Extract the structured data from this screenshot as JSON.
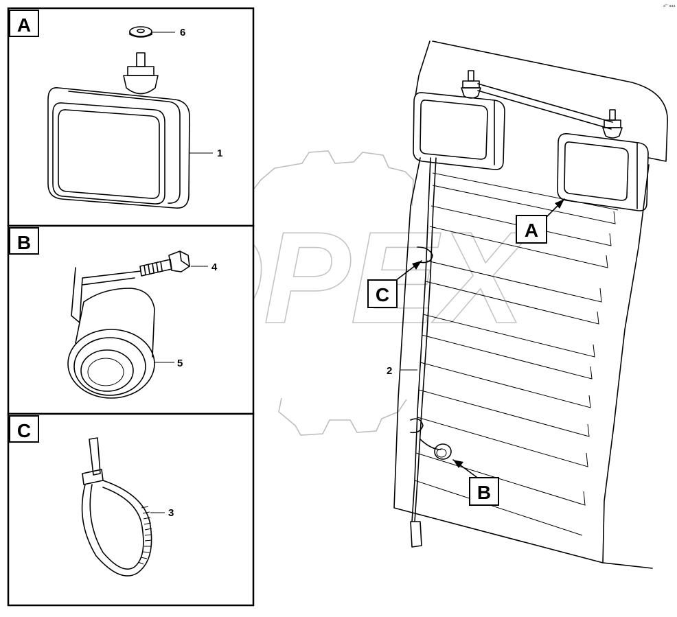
{
  "panels": {
    "A": {
      "label": "A",
      "callouts": [
        {
          "number": "6"
        },
        {
          "number": "1"
        }
      ]
    },
    "B": {
      "label": "B",
      "callouts": [
        {
          "number": "4"
        },
        {
          "number": "5"
        }
      ]
    },
    "C": {
      "label": "C",
      "callouts": [
        {
          "number": "3"
        }
      ]
    }
  },
  "assembly": {
    "tags": {
      "a": "A",
      "b": "B",
      "c": "C"
    },
    "harness_number": "2"
  },
  "watermark": {
    "text": "OPEX"
  },
  "corner_mark": "a\"' aaa"
}
